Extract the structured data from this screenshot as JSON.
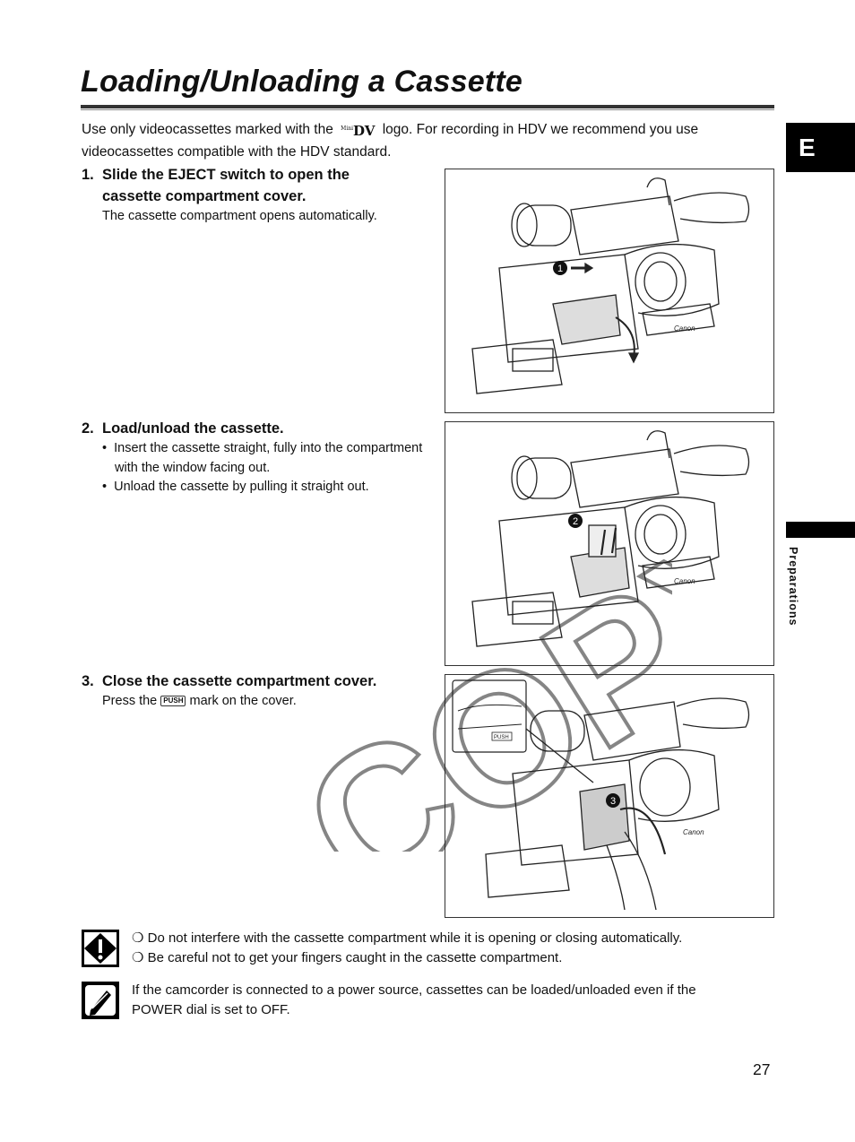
{
  "page": {
    "title": "Loading/Unloading a Cassette",
    "tab_letter": "E",
    "side_section": "Preparations",
    "page_number": "27"
  },
  "intro": {
    "before_logo": "Use only videocassettes marked with the",
    "logo_text": "DV",
    "logo_super": "Mini",
    "after_logo": "logo. For recording in HDV we recommend you use videocassettes compatible with the HDV standard."
  },
  "steps": [
    {
      "num": "1.",
      "title_line1": "Slide the EJECT switch to open the",
      "title_line2": "cassette compartment cover.",
      "sub": "The cassette compartment opens automatically."
    },
    {
      "num": "2.",
      "title": "Load/unload the cassette.",
      "bullets": [
        "Insert the cassette straight, fully into the compartment with the window facing out.",
        "Unload the cassette by pulling it straight out."
      ]
    },
    {
      "num": "3.",
      "title": "Close the cassette compartment cover.",
      "sub_before": "Press the",
      "push_label": "PUSH",
      "sub_after": "mark on the cover."
    }
  ],
  "figures": {
    "fig1_marker": "1",
    "fig2_marker": "2",
    "fig3_marker": "3",
    "brand": "Canon",
    "inset_push": "PUSH"
  },
  "cautions": [
    "Do not interfere with the cassette compartment while it is opening or closing automatically.",
    "Be careful not to get your fingers caught in the cassette compartment."
  ],
  "note": "If the camcorder is connected to a power source, cassettes can be loaded/unloaded even if the POWER dial is set to OFF.",
  "watermark": "COPY",
  "icons": {
    "caution": "exclamation-caution-icon",
    "note": "pencil-note-icon",
    "bullet": "circle-bullet-icon"
  }
}
